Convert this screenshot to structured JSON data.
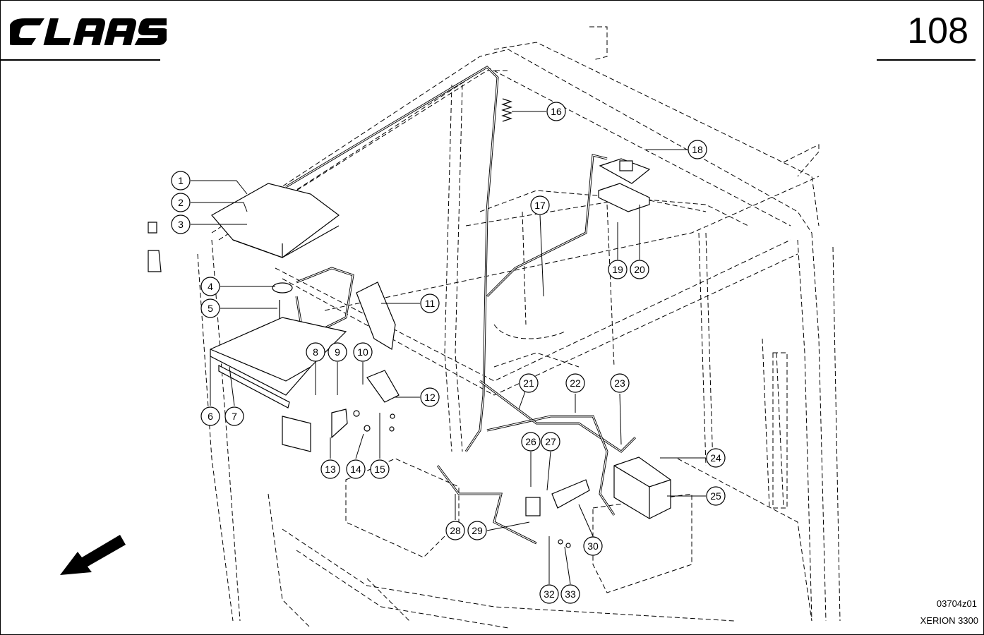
{
  "header": {
    "brand": "CLAAS",
    "page_number": "108"
  },
  "footer": {
    "drawing_code": "03704z01",
    "model": "XERION 3300"
  },
  "callouts": [
    "1",
    "2",
    "3",
    "4",
    "5",
    "6",
    "7",
    "8",
    "9",
    "10",
    "11",
    "12",
    "13",
    "14",
    "15",
    "16",
    "17",
    "18",
    "19",
    "20",
    "21",
    "22",
    "23",
    "24",
    "25",
    "26",
    "27",
    "28",
    "29",
    "30",
    "32",
    "33"
  ],
  "icons": {
    "direction_arrow": "arrow-down-left-icon"
  }
}
